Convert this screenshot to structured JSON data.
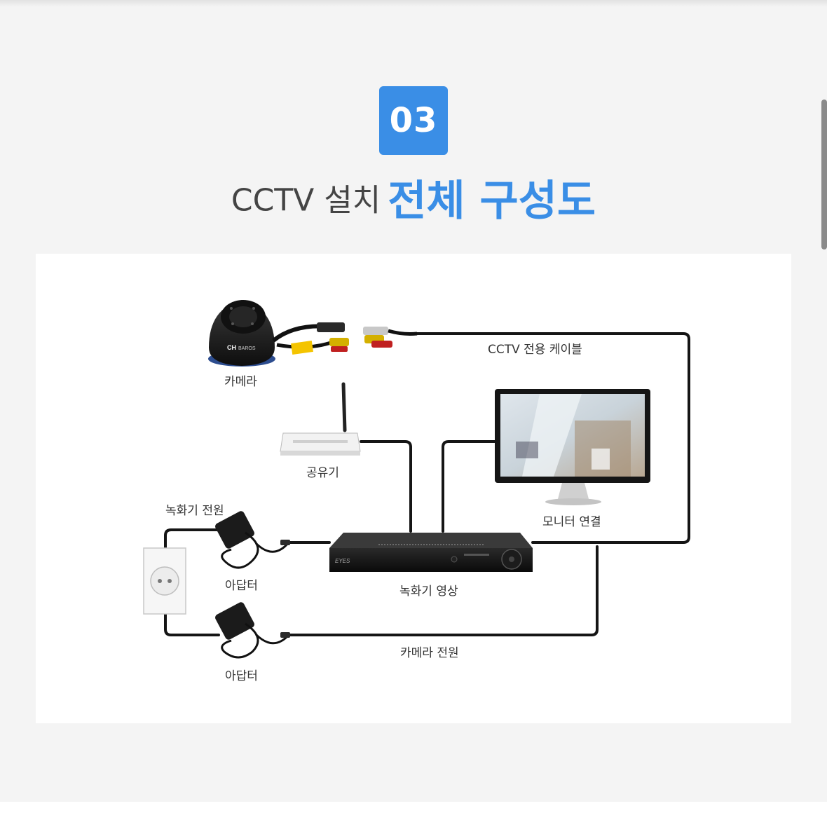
{
  "header": {
    "step_number": "03",
    "title_light": "CCTV 설치",
    "title_strong": "전체 구성도"
  },
  "diagram": {
    "camera_label": "카메라",
    "cable_label": "CCTV 전용 케이블",
    "router_label": "공유기",
    "monitor_label": "모니터 연결",
    "recorder_power_label": "녹화기 전원",
    "adapter_top_label": "아답터",
    "recorder_video_label": "녹화기 영상",
    "adapter_bottom_label": "아답터",
    "camera_power_label": "카메라 전원",
    "camera_brand_text": "CH",
    "accent_color": "#3a8ee6"
  }
}
